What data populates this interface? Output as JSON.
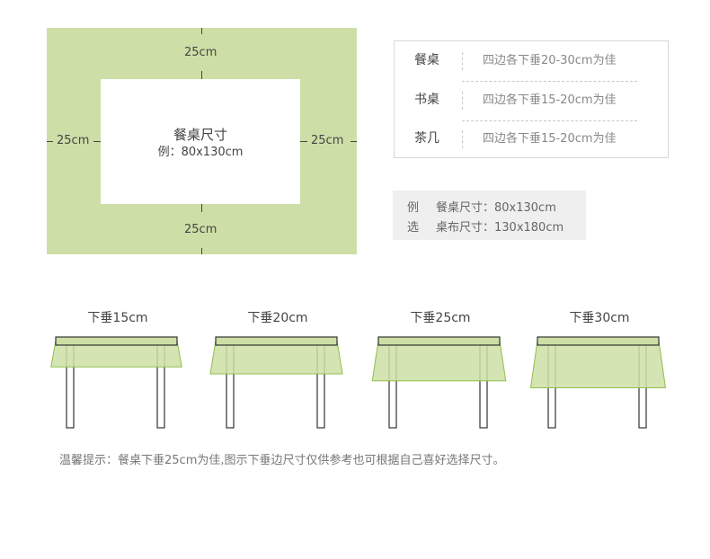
{
  "diagram": {
    "top_margin": "25cm",
    "left_margin": "25cm",
    "right_margin": "25cm",
    "bottom_margin": "25cm",
    "table_title": "餐桌尺寸",
    "table_example": "例：80x130cm",
    "cloth_color": "#cddfa6"
  },
  "guide": {
    "rows": [
      {
        "name": "餐桌",
        "desc": "四边各下垂20-30cm为佳"
      },
      {
        "name": "书桌",
        "desc": "四边各下垂15-20cm为佳"
      },
      {
        "name": "茶几",
        "desc": "四边各下垂15-20cm为佳"
      }
    ]
  },
  "example": {
    "line1_key": "例",
    "line1_text": "餐桌尺寸：80x130cm",
    "line2_key": "选",
    "line2_text": "桌布尺寸：130x180cm"
  },
  "drops": [
    {
      "label": "下垂15cm",
      "drop_cm": 15
    },
    {
      "label": "下垂20cm",
      "drop_cm": 20
    },
    {
      "label": "下垂25cm",
      "drop_cm": 25
    },
    {
      "label": "下垂30cm",
      "drop_cm": 30
    }
  ],
  "tip": "温馨提示：餐桌下垂25cm为佳,图示下垂边尺寸仅供参考也可根据自己喜好选择尺寸。"
}
